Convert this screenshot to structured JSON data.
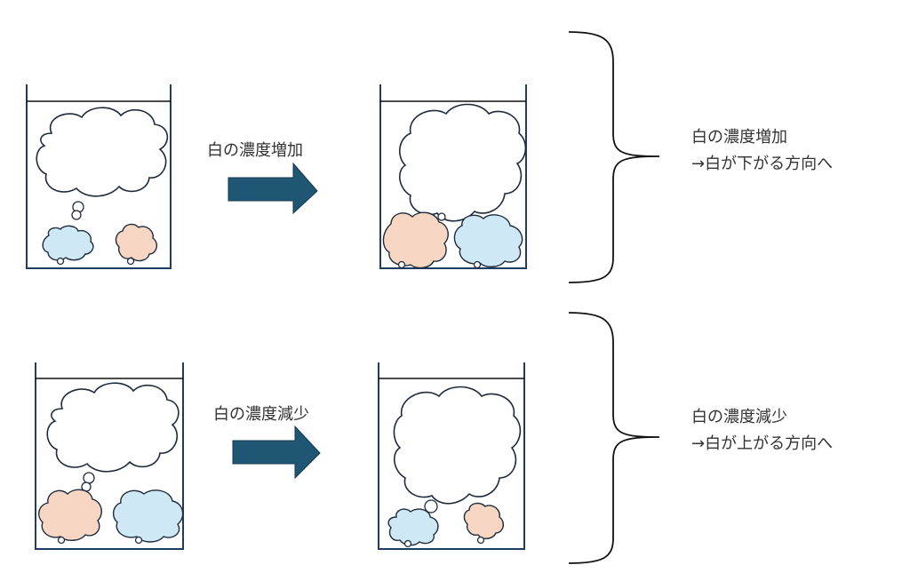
{
  "rows": [
    {
      "arrow_label": "白の濃度増加",
      "result_line1": "白の濃度増加",
      "result_line2": "→白が下がる方向へ"
    },
    {
      "arrow_label": "白の濃度減少",
      "result_line1": "白の濃度減少",
      "result_line2": "→白が上がる方向へ"
    }
  ],
  "colors": {
    "white_balloon": "#ffffff",
    "blue_balloon": "#cfe8f6",
    "peach_balloon": "#f7d7c3",
    "arrow": "#1f5673",
    "beaker_outline": "#1f3b63"
  }
}
